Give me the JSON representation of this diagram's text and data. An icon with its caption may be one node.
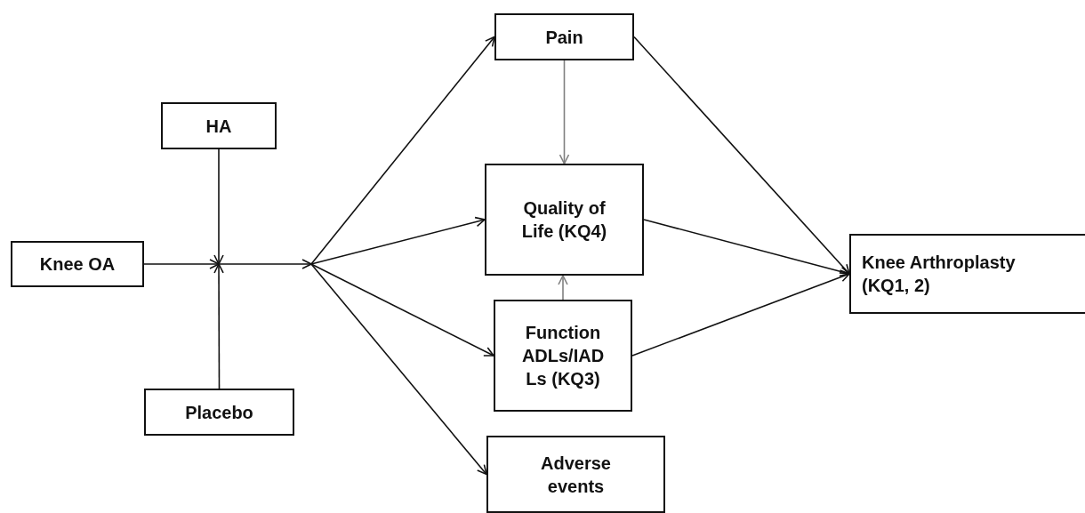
{
  "diagram": {
    "nodes": [
      {
        "text": [
          "HA"
        ]
      },
      {
        "text": [
          "Knee OA"
        ]
      },
      {
        "text": [
          "Placebo"
        ]
      },
      {
        "text": [
          "Pain"
        ]
      },
      {
        "text": [
          "Quality of Life (KQ4)"
        ]
      },
      {
        "text": [
          "Function ADLs/IAD Ls (KQ3)"
        ]
      },
      {
        "text": [
          "Adverse events"
        ]
      },
      {
        "text": [
          "Knee Arthroplasty (KQ1, 2)"
        ]
      }
    ],
    "edges": [
      {
        "from": 1,
        "to": 3,
        "arrow": "to"
      },
      {
        "from": 1,
        "to": 4,
        "arrow": "to"
      },
      {
        "from": 1,
        "to": 5,
        "arrow": "to"
      },
      {
        "from": 1,
        "to": 6,
        "arrow": "to"
      },
      {
        "from": 0,
        "to": 3,
        "arrow": "to"
      },
      {
        "from": 0,
        "to": 4,
        "arrow": "to"
      },
      {
        "from": 0,
        "to": 5,
        "arrow": "to"
      },
      {
        "from": 0,
        "to": 6,
        "arrow": "to"
      },
      {
        "from": 2,
        "to": 3,
        "arrow": "to"
      },
      {
        "from": 2,
        "to": 4,
        "arrow": "to"
      },
      {
        "from": 2,
        "to": 5,
        "arrow": "to"
      },
      {
        "from": 2,
        "to": 6,
        "arrow": "to"
      },
      {
        "from": 3,
        "to": 4,
        "arrow": "to",
        "color": "#808080"
      },
      {
        "from": 5,
        "to": 4,
        "arrow": "to",
        "color": "#808080"
      },
      {
        "from": 3,
        "to": 7,
        "arrow": "to"
      },
      {
        "from": 4,
        "to": 7,
        "arrow": "to"
      },
      {
        "from": 5,
        "to": 7,
        "arrow": "to"
      }
    ]
  }
}
